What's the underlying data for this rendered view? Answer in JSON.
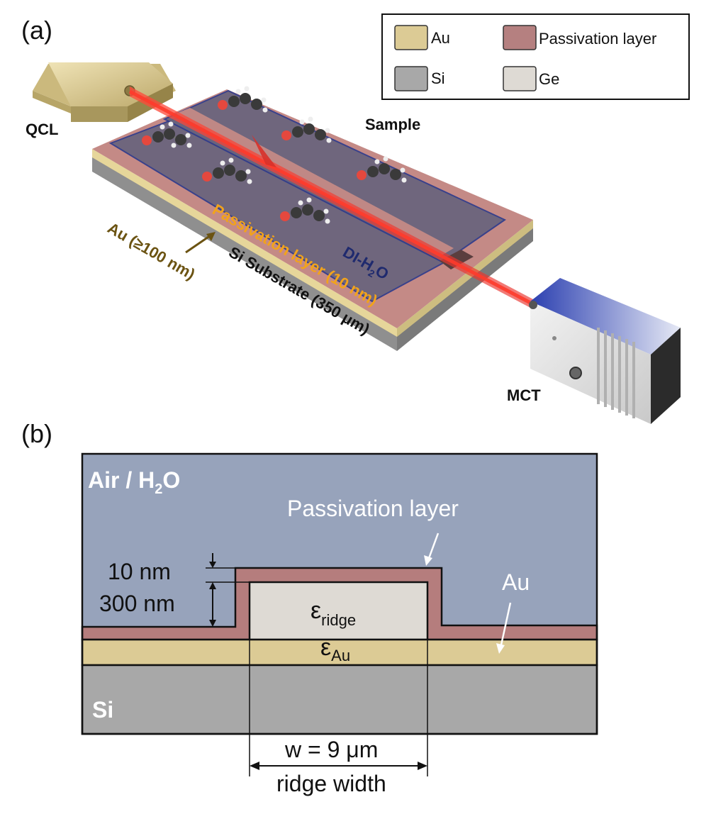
{
  "panel_a": {
    "label": "(a)",
    "legend": {
      "items": [
        {
          "label": "Au",
          "color": "#dccb95"
        },
        {
          "label": "Passivation layer",
          "color": "#b58080"
        },
        {
          "label": "Si",
          "color": "#a8a8a8"
        },
        {
          "label": "Ge",
          "color": "#dedad4"
        }
      ]
    },
    "labels": {
      "qcl": "QCL",
      "sample": "Sample",
      "mct": "MCT",
      "di_water": "DI-H",
      "di_water_sub": "2",
      "di_water_tail": "O",
      "passivation": "Passivation layer (10 nm)",
      "au": "Au (≥100 nm)",
      "si_substrate": "Si Substrate (350 μm)"
    },
    "colors": {
      "laser": "#e8302a",
      "passivation_text": "#f2a31b",
      "au_text": "#6b5312",
      "di_text": "#1f2a6e"
    }
  },
  "panel_b": {
    "label": "(b)",
    "labels": {
      "air_h2o": "Air / H",
      "air_h2o_sub": "2",
      "air_h2o_tail": "O",
      "passivation_layer": "Passivation layer",
      "au": "Au",
      "si": "Si",
      "dim_10nm": "10 nm",
      "dim_300nm": "300 nm",
      "eps_ridge": "ε",
      "eps_ridge_sub": "ridge",
      "eps_au": "ε",
      "eps_au_sub": "Au",
      "width": "w = 9 μm",
      "ridge_width": "ridge width"
    },
    "colors": {
      "air": "#97a3bb",
      "passivation": "#b57d7d",
      "au": "#dccb95",
      "si": "#a8a8a8",
      "ridge": "#dedad4"
    }
  }
}
